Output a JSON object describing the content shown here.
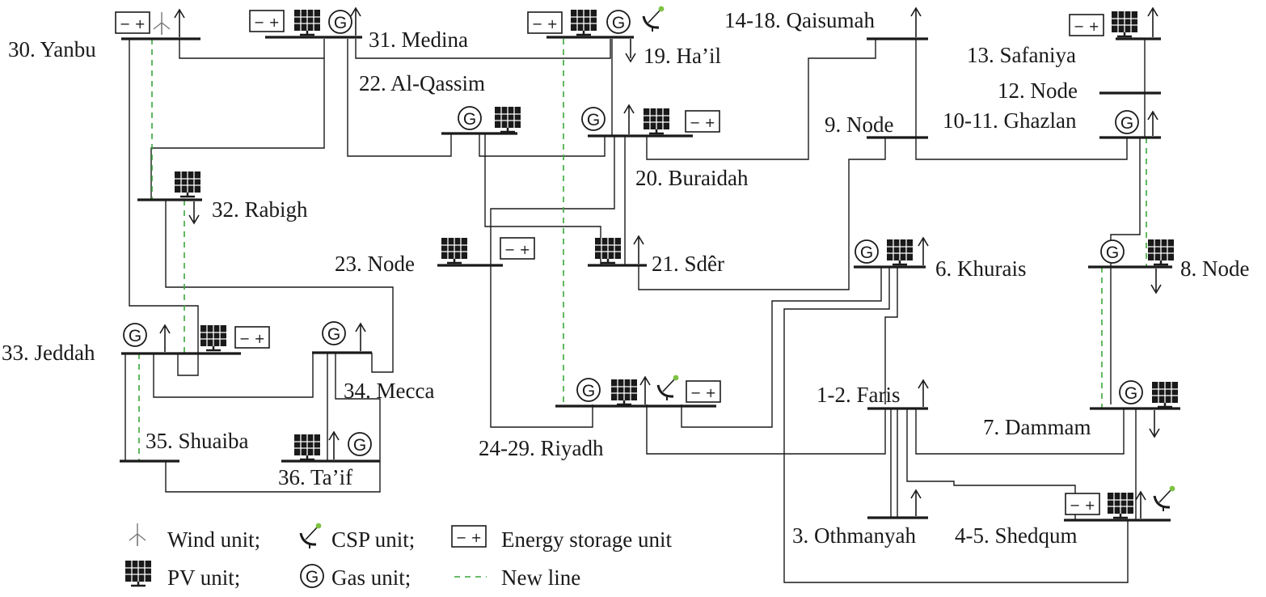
{
  "diagram": {
    "buses": [
      {
        "id": "b30",
        "label": "30. Yanbu"
      },
      {
        "id": "b31",
        "label": "31. Medina"
      },
      {
        "id": "b19",
        "label": "19. Ha’il"
      },
      {
        "id": "b22",
        "label": "22. Al-Qassim"
      },
      {
        "id": "b20",
        "label": "20. Buraidah"
      },
      {
        "id": "b32",
        "label": "32. Rabigh"
      },
      {
        "id": "b23",
        "label": "23. Node"
      },
      {
        "id": "b21",
        "label": "21. Sdêr"
      },
      {
        "id": "b14",
        "label": "14-18. Qaisumah"
      },
      {
        "id": "b13",
        "label": "13. Safaniya"
      },
      {
        "id": "b12",
        "label": "12. Node"
      },
      {
        "id": "b9",
        "label": "9. Node"
      },
      {
        "id": "b10",
        "label": "10-11. Ghazlan"
      },
      {
        "id": "b6",
        "label": "6. Khurais"
      },
      {
        "id": "b8",
        "label": "8. Node"
      },
      {
        "id": "b33",
        "label": "33. Jeddah"
      },
      {
        "id": "b34",
        "label": "34. Mecca"
      },
      {
        "id": "b35",
        "label": "35. Shuaiba"
      },
      {
        "id": "b36",
        "label": "36. Ta’if"
      },
      {
        "id": "b24",
        "label": "24-29. Riyadh"
      },
      {
        "id": "b1",
        "label": "1-2. Faris"
      },
      {
        "id": "b7",
        "label": "7. Dammam"
      },
      {
        "id": "b3",
        "label": "3. Othmanyah"
      },
      {
        "id": "b4",
        "label": "4-5. Shedqum"
      }
    ],
    "unit_text": {
      "gas": "G",
      "storage": "− +"
    },
    "colors": {
      "line": "#1a1a1a",
      "new_line": "#3aa63a",
      "csp_dot": "#7dc242"
    }
  },
  "legend": {
    "wind": "Wind unit;",
    "csp": "CSP unit;",
    "storage": "Energy storage unit",
    "pv": "PV unit;",
    "gas": "Gas unit;",
    "new_line": "New line"
  }
}
